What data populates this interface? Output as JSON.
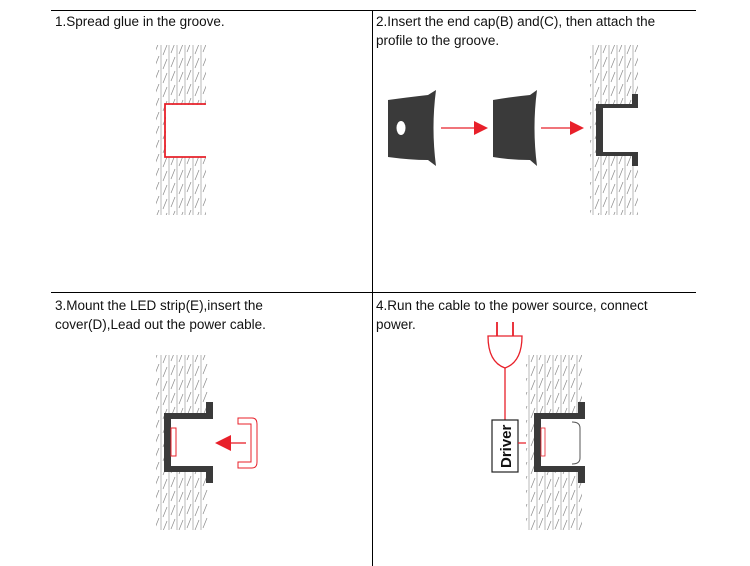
{
  "steps": [
    {
      "caption_line1": "1.Spread glue in the groove.",
      "caption_line2": ""
    },
    {
      "caption_line1": "2.Insert the end cap(B) and(C), then attach the",
      "caption_line2": "profile to the groove."
    },
    {
      "caption_line1": "3.Mount the LED strip(E),insert the",
      "caption_line2": "cover(D),Lead out the power cable."
    },
    {
      "caption_line1": "4.Run the cable to the power source, connect",
      "caption_line2": "power."
    }
  ],
  "driver_label": "Driver",
  "colors": {
    "accent_red": "#e8202a",
    "profile_dark": "#3a3a3a",
    "wall_hatch": "#777777"
  },
  "icons": [
    "end-cap-b-icon",
    "end-cap-c-icon",
    "profile-icon",
    "plug-icon",
    "driver-box-icon",
    "arrow-icon"
  ]
}
